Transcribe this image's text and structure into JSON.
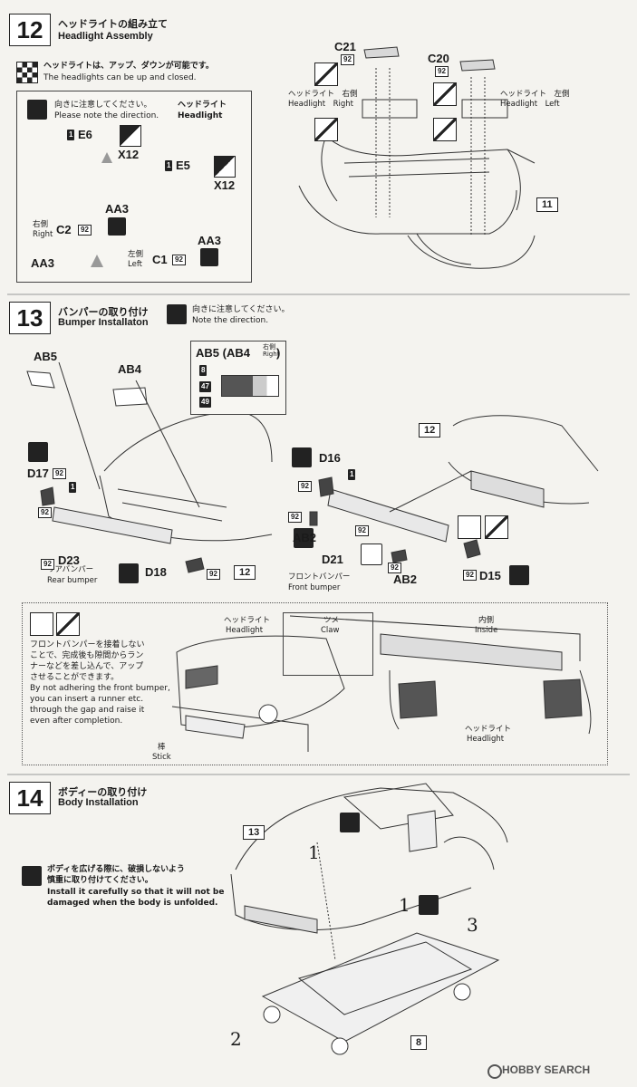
{
  "step12": {
    "number": "12",
    "title_jp": "ヘッドライトの組み立て",
    "title_en": "Headlight Assembly",
    "note_jp": "ヘッドライトは、アップ、ダウンが可能です。",
    "note_en": "The headlights can be up and closed.",
    "direction_jp": "向きに注意してください。",
    "direction_en": "Please note the direction.",
    "headlight_jp": "ヘッドライト",
    "headlight_en": "Headlight",
    "right_jp": "右側",
    "right_en": "Right",
    "left_jp": "左側",
    "left_en": "Left",
    "headlight_right": "ヘッドライト　右側",
    "headlight_right_en": "Headlight　Right",
    "headlight_left": "ヘッドライト　左側",
    "headlight_left_en": "Headlight　Left",
    "parts": {
      "e6": "E6",
      "e5": "E5",
      "x12a": "X12",
      "x12b": "X12",
      "c2": "C2",
      "c1": "C1",
      "aa3a": "AA3",
      "aa3b": "AA3",
      "aa3c": "AA3",
      "c21": "C21",
      "c20": "C20"
    },
    "badges": {
      "one": "1",
      "n92": "92",
      "ref11": "11"
    }
  },
  "step13": {
    "number": "13",
    "title_jp": "バンパーの取り付け",
    "title_en": "Bumper Installaton",
    "direction_jp": "向きに注意してください。",
    "direction_en": "Note the direction.",
    "inset_title": "AB5 (AB4",
    "inset_title_jp": "右側",
    "inset_title_en": "Right",
    "inset_title_close": ")",
    "swatches": [
      "8",
      "47",
      "49"
    ],
    "parts": {
      "ab5": "AB5",
      "ab4": "AB4",
      "d17": "D17",
      "d23": "D23",
      "d18": "D18",
      "d16": "D16",
      "ab2a": "AB2",
      "d21": "D21",
      "ab2b": "AB2",
      "d15": "D15"
    },
    "rear_bumper_jp": "リアバンパー",
    "rear_bumper_en": "Rear bumper",
    "front_bumper_jp": "フロントバンパー",
    "front_bumper_en": "Front bumper",
    "refs": {
      "r12a": "12",
      "r12b": "12"
    },
    "detail": {
      "text_jp": [
        "フロントバンパーを接着しない",
        "ことで、完成後も隙間からラン",
        "ナーなどを差し込んで、アップ",
        "させることができます。"
      ],
      "text_en": [
        "By not adhering the front bumper,",
        "you can insert a runner etc.",
        "through the gap and raise it",
        "even after completion."
      ],
      "headlight_jp": "ヘッドライト",
      "headlight_en": "Headlight",
      "stick_jp": "棒",
      "stick_en": "Stick",
      "claw_jp": "ツメ",
      "claw_en": "Claw",
      "inside_jp": "内側",
      "inside_en": "Inside",
      "headlight2_jp": "ヘッドライト",
      "headlight2_en": "Headlight"
    }
  },
  "step14": {
    "number": "14",
    "title_jp": "ボディーの取り付け",
    "title_en": "Body Installation",
    "note_jp": [
      "ボディを広げる際に、破損しないよう",
      "慎重に取り付けてください。"
    ],
    "note_en": [
      "Install it carefully so that it will not be",
      "damaged when the body is unfolded."
    ],
    "refs": {
      "r13": "13",
      "r8": "8"
    },
    "callouts": {
      "c1a": "1",
      "c1b": "1",
      "c2": "2",
      "c3": "3"
    }
  },
  "watermark": "HOBBY SEARCH",
  "colors": {
    "ink": "#1a1a1a",
    "paper": "#f4f3ef",
    "line": "#444444"
  }
}
